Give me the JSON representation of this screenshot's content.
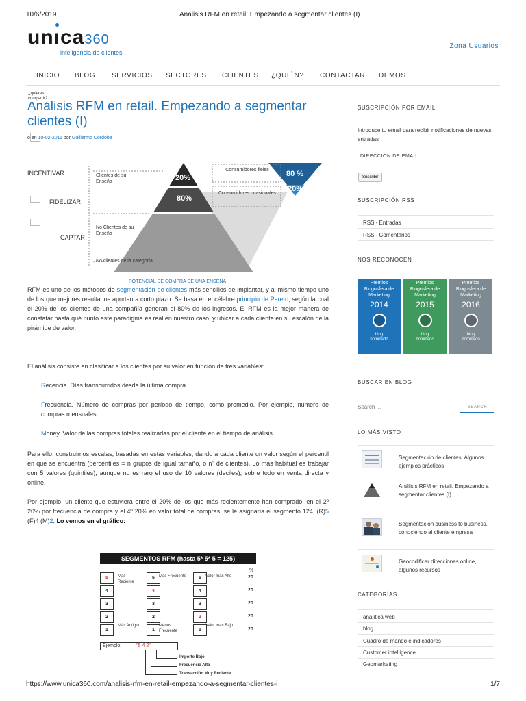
{
  "print_header": {
    "date": "10/6/2019",
    "title": "Análisis RFM en retail. Empezando a segmentar clientes (I)"
  },
  "print_footer": {
    "url": "https://www.unica360.com/analisis-rfm-en-retail-empezando-a-segmentar-clientes-i",
    "page": "1/7"
  },
  "logo": {
    "text_a": "un",
    "text_b": "ca",
    "text_num": "360",
    "tagline": "inteligencia de clientes"
  },
  "header_link": "Zona Usuarios",
  "nav": [
    "INICIO",
    "BLOG",
    "SERVICIOS",
    "SECTORES",
    "CLIENTES",
    "¿QUIÉN?",
    "CONTACTAR",
    "DEMOS"
  ],
  "share_label": "¿quieres compartir?",
  "article": {
    "title": "Análisis RFM en retail. Empezando a segmentar clientes (I)",
    "meta_prefix": "o en",
    "date": "10-02-2011",
    "meta_by": "por",
    "author": "Guillermo Córdoba",
    "pyramid": {
      "labels": [
        "INCENTIVAR",
        "FIDELIZAR",
        "CAPTAR"
      ],
      "clientes_su_ensena": "Clientes de su Enseña",
      "no_clientes": "No Clientes de su Enseña",
      "no_clientes_cat": "No clientes de la categoría",
      "top_pct": "20%",
      "mid_pct": "80%",
      "fieles": "Consumidores fieles",
      "ocasionales": "Consumidores ocasionales",
      "inv_top": "80 %",
      "inv_bottom": "20%",
      "caption": "POTENCIAL DE  COMPRA DE UNA ENSEÑA"
    },
    "p1_a": "RFM es uno de los métodos de ",
    "p1_link1": "segmentación de clientes",
    "p1_b": " más sencillos de implantar, y al mismo tiempo uno de los que mejores resultados aportan a corto plazo. Se basa en el célebre ",
    "p1_link2": "principio de Pareto",
    "p1_c": ", según la cual el 20% de los clientes de una compañía generan el 80% de los ingresos. El RFM es la mejor manera de constatar hasta qué punto este paradigma es real en nuestro caso, y ubicar a cada cliente en su escalón de la pirámide de valor.",
    "p2": "El análisis consiste en clasificar a los clientes por su valor en función de tres variables:",
    "var_r_letter": "R",
    "var_r": "ecencia. Días transcurridos desde la última compra.",
    "var_f_letter": "F",
    "var_f": "recuencia. Número de compras por período de tiempo, como promedio. Por ejemplo, número de compras mensuales.",
    "var_m_letter": "M",
    "var_m": "oney. Valor de las compras totales realizadas por el cliente en el tiempo de análisis.",
    "p3": "Para ello, construimos escalas, basadas en estas variables, dando a cada cliente un valor según el percentil en que se encuentra (percentiles = n grupos de igual tamaño, o nº de clientes). Lo más habitual es trabajar con 5 valores (quintiles), aunque no es raro el uso de 10 valores (deciles), sobre todo en venta directa y online.",
    "p4_a": "Por ejemplo, un cliente que estuviera entre el 20% de los que más recientemente han comprado, en el 2º 20% por frecuencia de compra y el 4º 20% en valor total de compras, se le asignaría el segmento 124,  (R)",
    "p4_r": "5",
    "p4_f_pre": " (F)",
    "p4_f": "4",
    "p4_m_pre": " (M)",
    "p4_m": "2",
    "p4_end": ". ",
    "p4_bold": "Lo vemos en el gráfico:",
    "segments": {
      "title": "SEGMENTOS RFM  (hasta 5* 5* 5 = 125)",
      "pct_header": "%",
      "rows": [
        "5",
        "4",
        "3",
        "2",
        "1"
      ],
      "pcts": [
        "20",
        "20",
        "20",
        "20",
        "20"
      ],
      "r_top": "Más Reciente",
      "r_bottom": "Más Antiguo",
      "f_top": "Más Frecuente",
      "f_bottom": "Menos Frecuente",
      "m_top": "Valor más Alto",
      "m_bottom": "Valor más Bajo",
      "example_label": "Ejemplo:",
      "example_value": "\"5 4 2\"",
      "legend": [
        "Importe Bajo",
        "Frecuencia Alta",
        "Transacción Muy Reciente"
      ]
    }
  },
  "sidebar": {
    "email_heading": "SUSCRIPCIÓN POR EMAIL",
    "email_text": "Introduce tu email para recibir notificaciones de nuevas entradas",
    "email_label": "DIRECCIÓN DE EMAIL",
    "subscribe": "Suscribir",
    "rss_heading": "SUSCRIPCIÓN RSS",
    "rss_items": [
      "RSS - Entradas",
      "RSS - Comentarios"
    ],
    "recognition_heading": "NOS RECONOCEN",
    "badges": [
      {
        "title": "Premios Blogosfera de Marketing",
        "year": "2014",
        "foot": "blog nominado",
        "color": "#1f74b9"
      },
      {
        "title": "Premios Blogosfera de Marketing",
        "year": "2015",
        "foot": "blog nominado",
        "color": "#3f9a5e"
      },
      {
        "title": "Premios Blogosfera de Marketing",
        "year": "2016",
        "foot": "blog nominado",
        "color": "#7d8a92"
      }
    ],
    "search_heading": "BUSCAR EN BLOG",
    "search_placeholder": "Search ...",
    "search_button": "SEARCH",
    "most_heading": "LO MÁS VISTO",
    "most": [
      "Segmentación de clientes: Algunos ejemplos prácticos",
      "Análisis RFM en retail. Empezando a segmentar clientes (I)",
      "Segmentación business to business, conociendo al cliente empresa",
      "Geocodificar direcciones online, algunos recursos"
    ],
    "cat_heading": "CATEGORÍAS",
    "categories": [
      "analítica web",
      "blog",
      "Cuadro de mando e indicadores",
      "Customer intelligence",
      "Geomarketing"
    ]
  }
}
